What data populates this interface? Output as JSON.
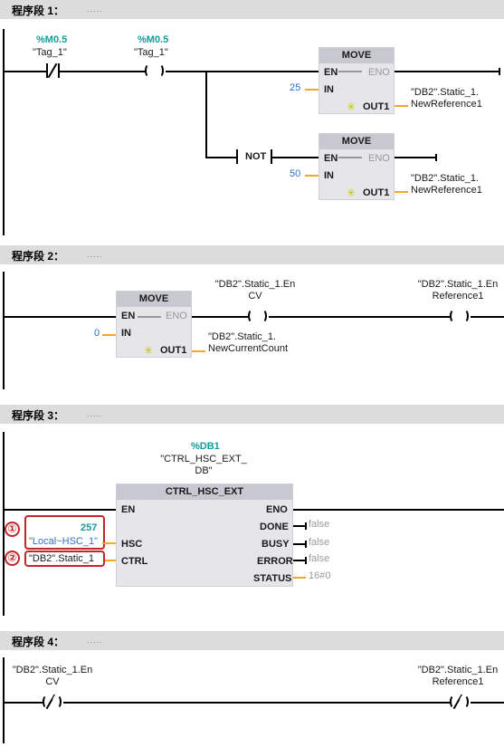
{
  "segments": [
    {
      "title": "程序段 1：",
      "dots": "....."
    },
    {
      "title": "程序段 2：",
      "dots": "....."
    },
    {
      "title": "程序段 3：",
      "dots": "....."
    },
    {
      "title": "程序段 4：",
      "dots": "....."
    }
  ],
  "seg1": {
    "contact1_addr": "%M0.5",
    "contact1_tag": "\"Tag_1\"",
    "contact2_addr": "%M0.5",
    "contact2_tag": "\"Tag_1\"",
    "move1": {
      "title": "MOVE",
      "en": "EN",
      "eno": "ENO",
      "in": "IN",
      "out": "OUT1",
      "in_value": "25",
      "out_tag_l1": "\"DB2\".Static_1.",
      "out_tag_l2": "NewReference1"
    },
    "not_label": "NOT",
    "move2": {
      "title": "MOVE",
      "en": "EN",
      "eno": "ENO",
      "in": "IN",
      "out": "OUT1",
      "in_value": "50",
      "out_tag_l1": "\"DB2\".Static_1.",
      "out_tag_l2": "NewReference1"
    }
  },
  "seg2": {
    "move": {
      "title": "MOVE",
      "en": "EN",
      "eno": "ENO",
      "in": "IN",
      "out": "OUT1",
      "in_value": "0",
      "out_tag_l1": "\"DB2\".Static_1.",
      "out_tag_l2": "NewCurrentCount"
    },
    "coil1_tag_l1": "\"DB2\".Static_1.En",
    "coil1_tag_l2": "CV",
    "coil2_tag_l1": "\"DB2\".Static_1.En",
    "coil2_tag_l2": "Reference1"
  },
  "seg3": {
    "db_addr": "%DB1",
    "db_name_l1": "\"CTRL_HSC_EXT_",
    "db_name_l2": "DB\"",
    "block": {
      "title": "CTRL_HSC_EXT",
      "en": "EN",
      "eno": "ENO",
      "hsc": "HSC",
      "ctrl": "CTRL",
      "done": "DONE",
      "busy": "BUSY",
      "error": "ERROR",
      "status": "STATUS"
    },
    "hsc_value": "257",
    "hsc_tag": "\"Local~HSC_1\"",
    "ctrl_tag": "\"DB2\".Static_1",
    "done_value": "false",
    "busy_value": "false",
    "error_value": "false",
    "status_value": "16#0",
    "callout1": "①",
    "callout2": "②"
  },
  "seg4": {
    "contact1_tag_l1": "\"DB2\".Static_1.En",
    "contact1_tag_l2": "CV",
    "contact2_tag_l1": "\"DB2\".Static_1.En",
    "contact2_tag_l2": "Reference1"
  }
}
